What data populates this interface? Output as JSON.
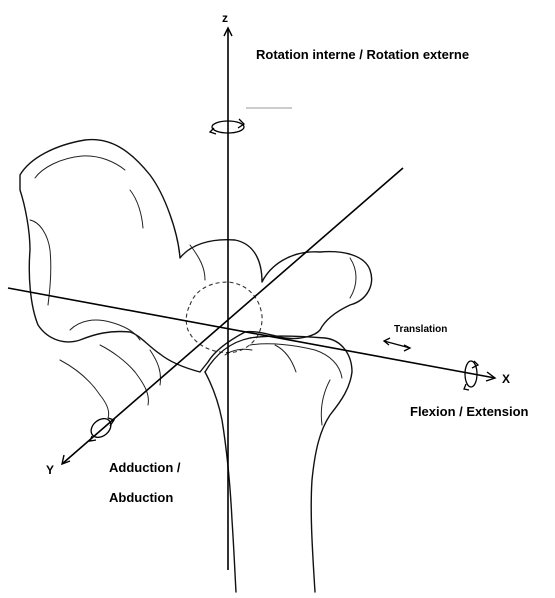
{
  "axes": {
    "z": "z",
    "x": "X",
    "y": "Y"
  },
  "labels": {
    "rotation": "Rotation interne /  Rotation externe",
    "flexion": "Flexion / Extension",
    "adduction_line1": "Adduction /",
    "adduction_line2": "Abduction",
    "translation": "Translation"
  }
}
